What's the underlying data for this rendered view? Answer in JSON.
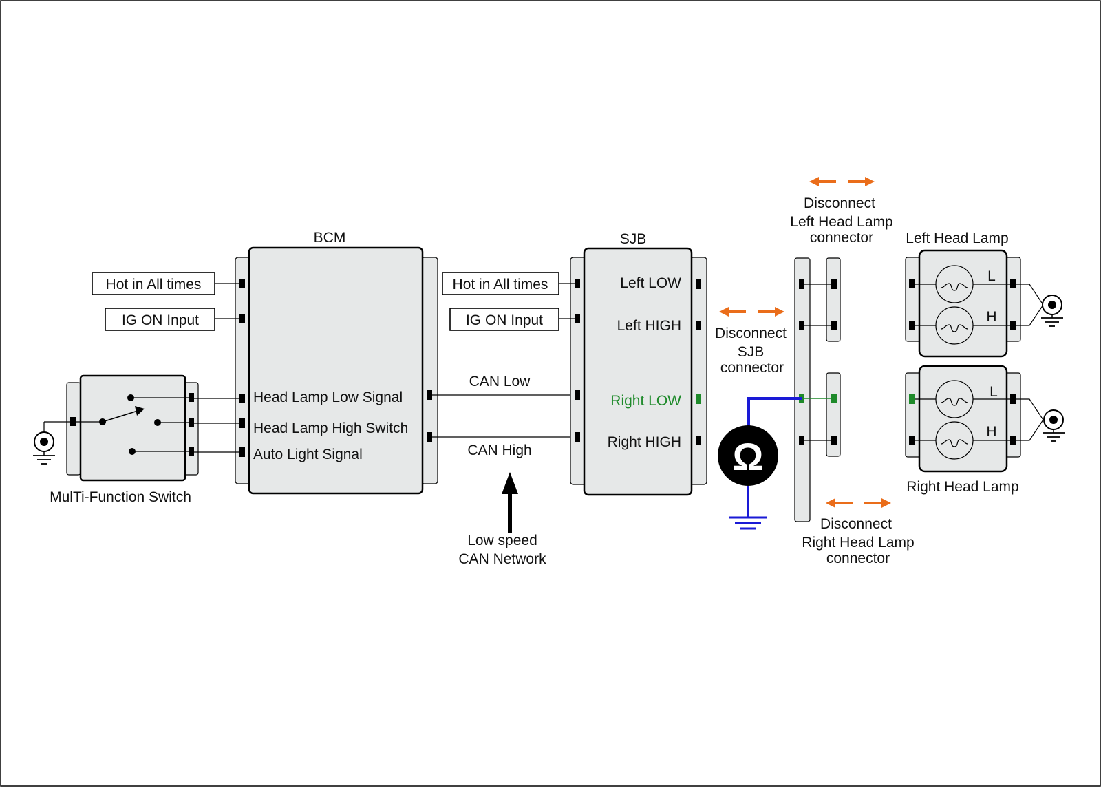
{
  "modules": {
    "bcm": "BCM",
    "sjb": "SJB",
    "multi_function_switch": "MulTi-Function Switch",
    "left_head_lamp": "Left Head Lamp",
    "right_head_lamp": "Right Head Lamp"
  },
  "bcm_inputs": {
    "hot": "Hot in All times",
    "ig": "IG ON Input"
  },
  "sjb_inputs": {
    "hot": "Hot in All times",
    "ig": "IG ON Input"
  },
  "bcm_signals": [
    "Head Lamp Low Signal",
    "Head Lamp High Switch",
    "Auto Light Signal"
  ],
  "sjb_outputs": [
    "Left LOW",
    "Left HIGH",
    "Right LOW",
    "Right HIGH"
  ],
  "can": {
    "low": "CAN Low",
    "high": "CAN High",
    "network_line1": "Low speed",
    "network_line2": "CAN Network"
  },
  "disconnect_sjb": [
    "Disconnect",
    "SJB",
    "connector"
  ],
  "disconnect_left": [
    "Disconnect",
    "Left Head Lamp",
    "connector"
  ],
  "disconnect_right": [
    "Disconnect",
    "Right Head Lamp",
    "connector"
  ],
  "lamp_letters": {
    "low": "L",
    "high": "H"
  },
  "ohmmeter_symbol": "Ω",
  "colors": {
    "highlight_green": "#1e8a2a",
    "disconnect_orange": "#ea6d1a",
    "meter_blue": "#1a1ad6",
    "module_fill": "#e6e8e8"
  }
}
